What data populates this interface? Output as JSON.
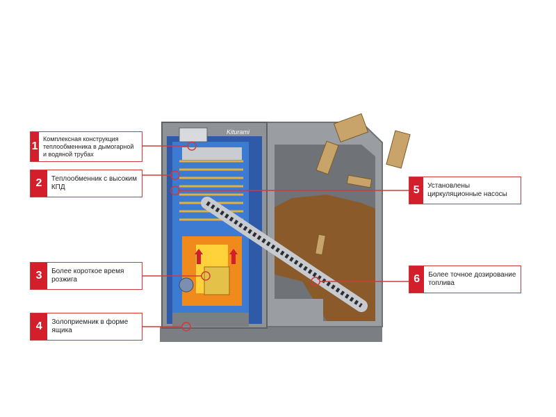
{
  "brand": "Kiturami",
  "colors": {
    "accent": "#d21f2b",
    "leader": "#d23a3a",
    "casing": "#8f9297"
  },
  "callouts": [
    {
      "n": "1",
      "text": "Комплексная конструкция теплообменника в дымогарной и водяной трубах"
    },
    {
      "n": "2",
      "text": "Теплообменник с высоким КПД"
    },
    {
      "n": "3",
      "text": "Более короткое время розжига"
    },
    {
      "n": "4",
      "text": "Золоприемник в форме ящика"
    },
    {
      "n": "5",
      "text": "Установлены циркуляционные насосы"
    },
    {
      "n": "6",
      "text": "Более точное дозирование топлива"
    }
  ]
}
